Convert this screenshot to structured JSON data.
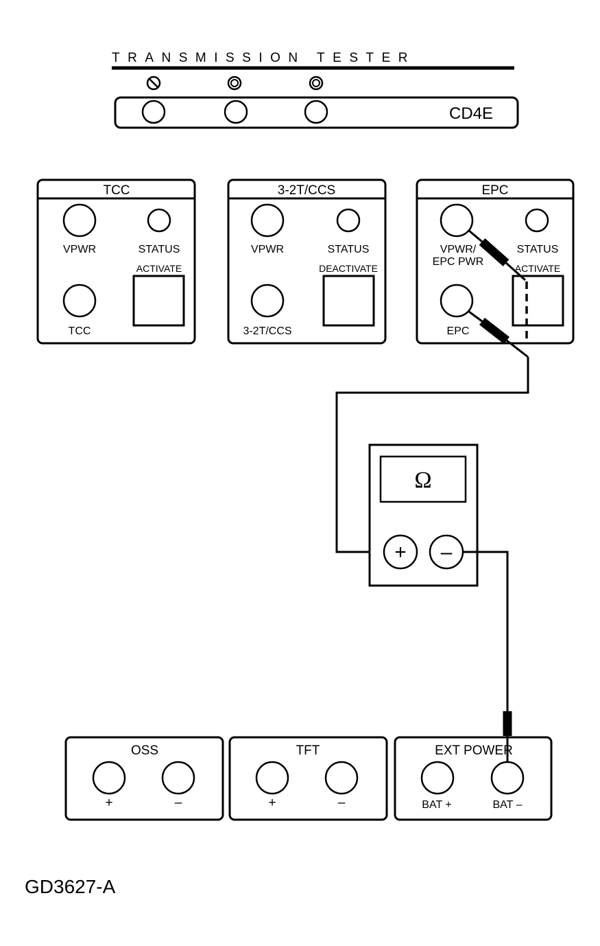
{
  "header": {
    "title": "TRANSMISSION TESTER",
    "model": "CD4E"
  },
  "panels": {
    "tcc": {
      "title": "TCC",
      "jack_top": "VPWR",
      "status": "STATUS",
      "button": "ACTIVATE",
      "jack_bottom": "TCC"
    },
    "ccs": {
      "title": "3-2T/CCS",
      "jack_top": "VPWR",
      "status": "STATUS",
      "button": "DEACTIVATE",
      "jack_bottom": "3-2T/CCS"
    },
    "epc": {
      "title": "EPC",
      "jack_top_line1": "VPWR/",
      "jack_top_line2": "EPC PWR",
      "status": "STATUS",
      "button": "ACTIVATE",
      "jack_bottom": "EPC"
    },
    "oss": {
      "title": "OSS",
      "plus": "+",
      "minus": "–"
    },
    "tft": {
      "title": "TFT",
      "plus": "+",
      "minus": "–"
    },
    "ext": {
      "title": "EXT POWER",
      "bat_plus": "BAT +",
      "bat_minus": "BAT –"
    }
  },
  "meter": {
    "display": "Ω",
    "plus": "+",
    "minus": "–"
  },
  "figure_id": "GD3627-A"
}
